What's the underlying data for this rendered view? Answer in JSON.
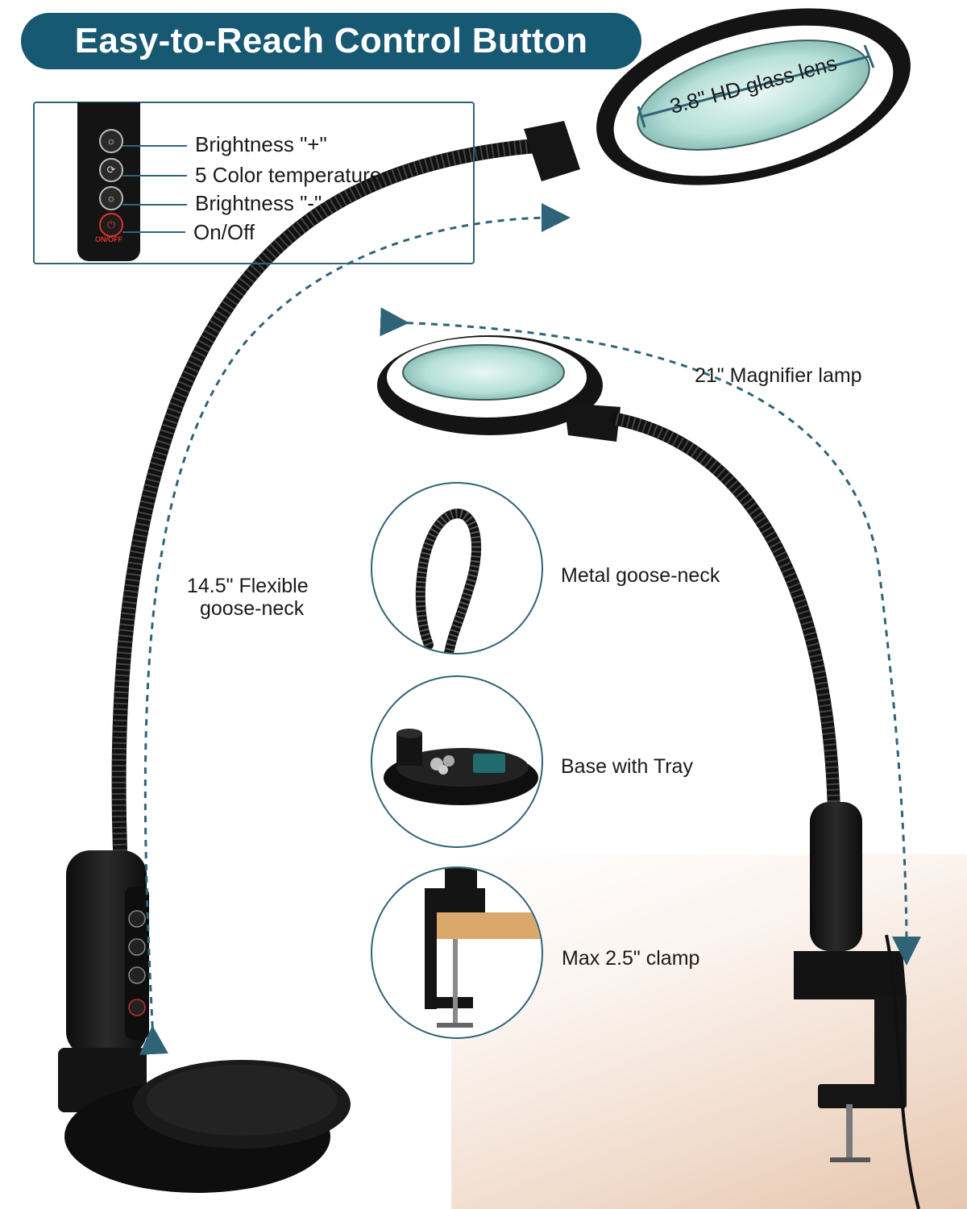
{
  "headline": "Easy-to-Reach Control Button",
  "controls": [
    {
      "label": "Brightness \"+\"",
      "icon": "brightness-up-icon",
      "glyph": "☼"
    },
    {
      "label": "5 Color temperature",
      "icon": "color-temperature-icon",
      "glyph": "⟳"
    },
    {
      "label": "Brightness \"-\"",
      "icon": "brightness-down-icon",
      "glyph": "☼"
    },
    {
      "label": "On/Off",
      "icon": "power-icon",
      "glyph": "⏻"
    }
  ],
  "control_panel_text": "ON/OFF",
  "lens_label": "3.8\" HD glass lens",
  "lamp_height_label": "21\" Magnifier lamp",
  "gooseneck_label_line1": "14.5\" Flexible",
  "gooseneck_label_line2": "goose-neck",
  "features": [
    {
      "label": "Metal goose-neck"
    },
    {
      "label": "Base with Tray"
    },
    {
      "label": "Max 2.5\" clamp"
    }
  ],
  "colors": {
    "accent": "#175873",
    "outline": "#2f6478",
    "lamp_body": "#141414",
    "lens": "#a8d8cf",
    "power_red": "#e0322c"
  }
}
